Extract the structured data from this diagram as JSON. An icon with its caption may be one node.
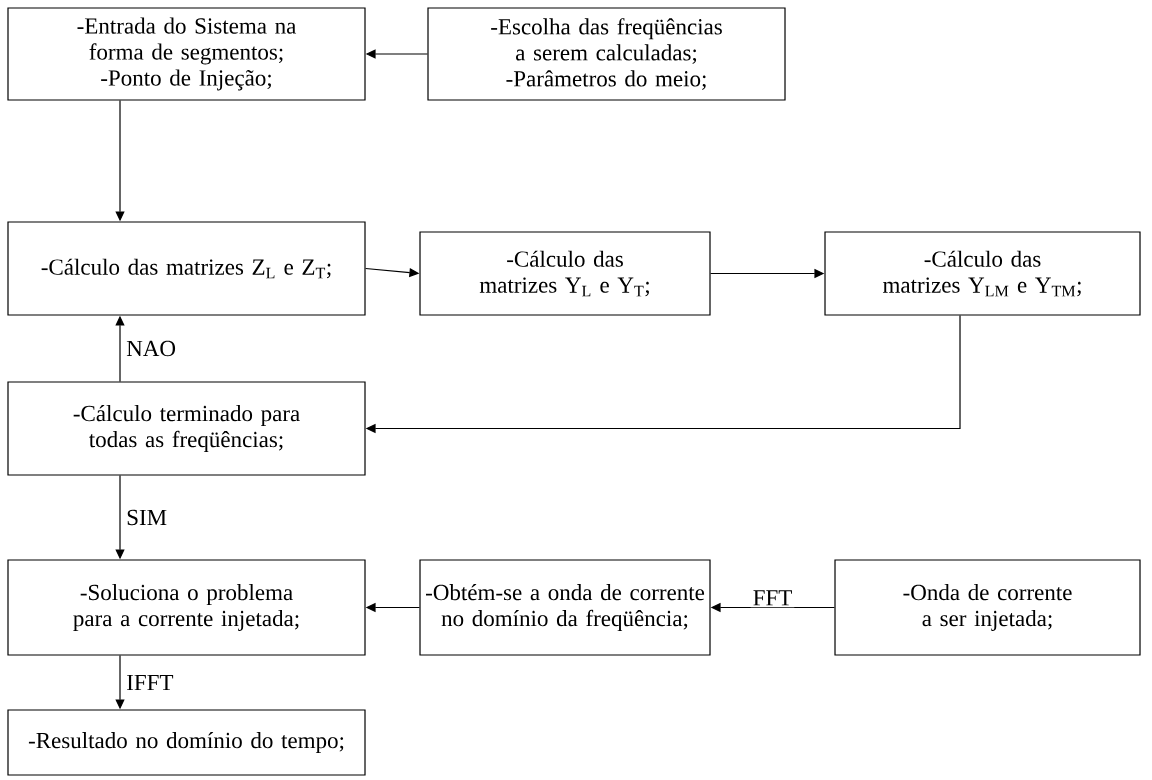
{
  "diagram": {
    "nodes": [
      {
        "text": [
          "-Entrada do Sistema na forma de segmentos;",
          "-Ponto de Injeção;"
        ]
      },
      {
        "text": [
          "-Escolha das freqüências a serem calculadas;",
          "-Parâmetros do meio;"
        ]
      },
      {
        "text": [
          "-Cálculo das matrizes Z$_{L}$ e Z$_{T}$;"
        ]
      },
      {
        "text": [
          "-Cálculo das matrizes Y$_{L}$ e Y$_{T}$;"
        ]
      },
      {
        "text": [
          "-Cálculo das matrizes Y$_{LM}$ e Y$_{TM}$;"
        ]
      },
      {
        "text": [
          "-Cálculo terminado para todas as freqüências;"
        ]
      },
      {
        "text": [
          "-Soluciona o problema para a corrente injetada;"
        ]
      },
      {
        "text": [
          "-Obtém-se a onda de corrente no domínio da freqüência;"
        ]
      },
      {
        "text": [
          "-Onda de corrente a ser injetada;"
        ]
      },
      {
        "text": [
          "-Resultado no domínio do tempo;"
        ]
      }
    ],
    "edges": [
      {
        "from": 1,
        "to": 0,
        "arrow": "to"
      },
      {
        "from": 0,
        "to": 2,
        "arrow": "to"
      },
      {
        "from": 2,
        "to": 3,
        "arrow": "to"
      },
      {
        "from": 3,
        "to": 4,
        "arrow": "to"
      },
      {
        "from": 4,
        "to": 5,
        "arrow": "to"
      },
      {
        "from": 5,
        "to": 2,
        "arrow": "to",
        "label": "NAO"
      },
      {
        "from": 5,
        "to": 6,
        "arrow": "to",
        "label": "SIM"
      },
      {
        "from": 7,
        "to": 6,
        "arrow": "to"
      },
      {
        "from": 8,
        "to": 7,
        "arrow": "to",
        "label": "FFT"
      },
      {
        "from": 6,
        "to": 9,
        "arrow": "to",
        "label": "IFFT"
      }
    ]
  }
}
